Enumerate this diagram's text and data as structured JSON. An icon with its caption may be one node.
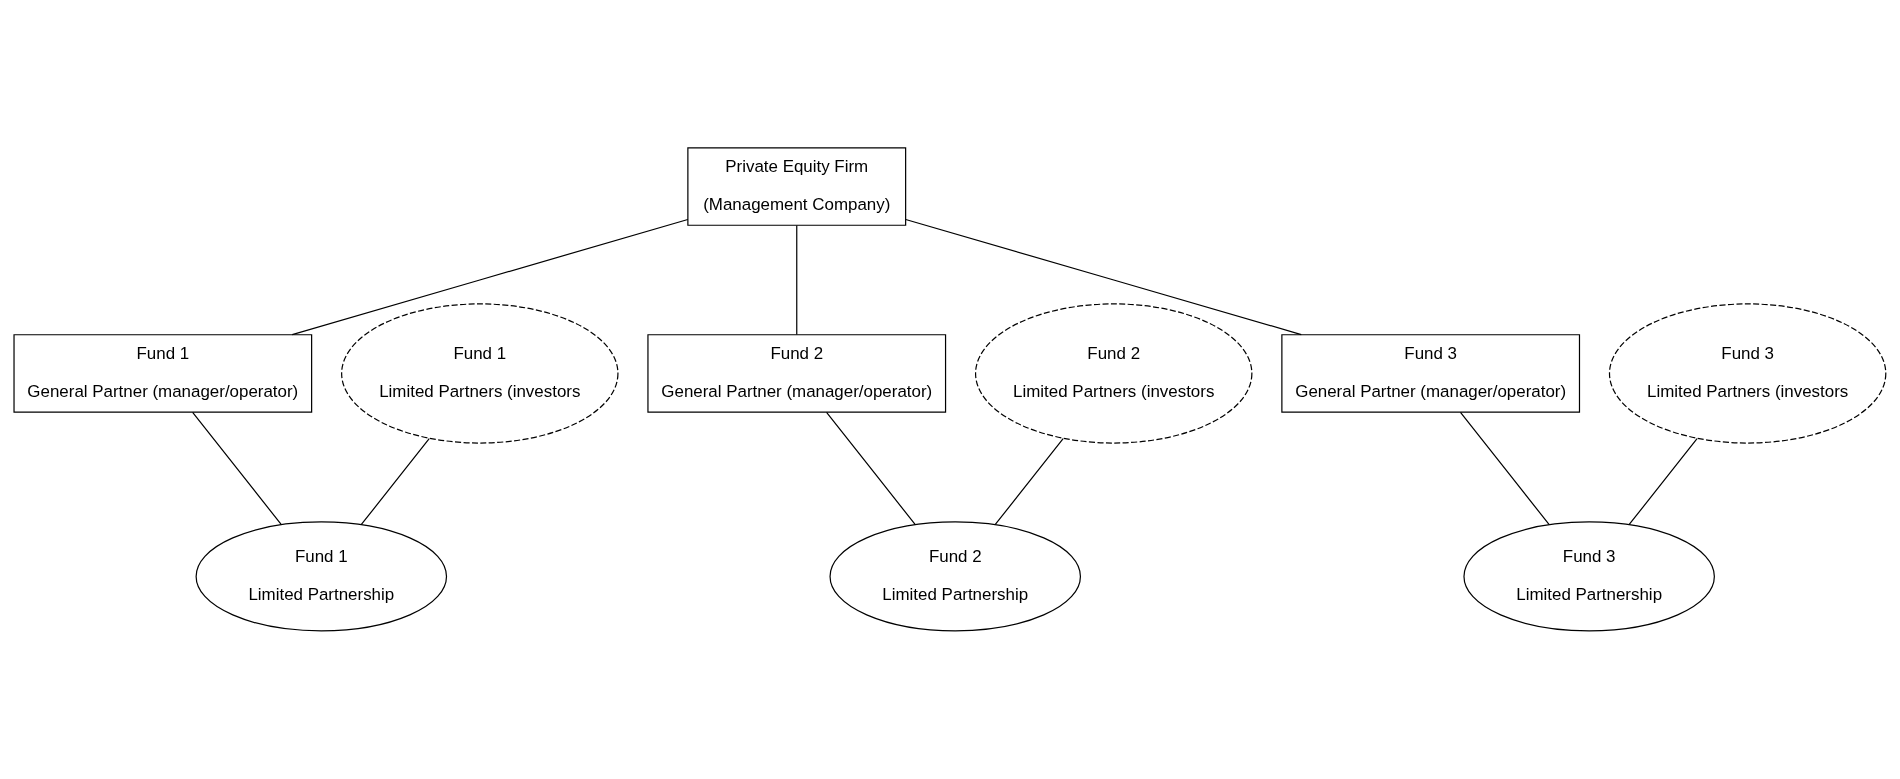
{
  "diagram": {
    "nodes": [
      {
        "text": [
          "Private Equity Firm",
          "(Management Company)"
        ]
      },
      {
        "text": [
          "Fund 1",
          "Limited Partners (investors"
        ]
      },
      {
        "text": [
          "Fund 1",
          "General Partner (manager/operator)"
        ]
      },
      {
        "text": [
          "Fund 2",
          "Limited Partners (investors"
        ]
      },
      {
        "text": [
          "Fund 2",
          "General Partner (manager/operator)"
        ]
      },
      {
        "text": [
          "Fund 3",
          "Limited Partners (investors"
        ]
      },
      {
        "text": [
          "Fund 3",
          "General Partner (manager/operator)"
        ]
      },
      {
        "text": [
          "Fund 1",
          "Limited Partnership"
        ]
      },
      {
        "text": [
          "Fund 2",
          "Limited Partnership"
        ]
      },
      {
        "text": [
          "Fund 3",
          "Limited Partnership"
        ]
      }
    ],
    "edges": [
      {
        "from": 0,
        "to": 2,
        "arrow": "none"
      },
      {
        "from": 0,
        "to": 4,
        "arrow": "none"
      },
      {
        "from": 0,
        "to": 6,
        "arrow": "none"
      },
      {
        "from": 1,
        "to": 7,
        "arrow": "none"
      },
      {
        "from": 2,
        "to": 7,
        "arrow": "none"
      },
      {
        "from": 3,
        "to": 8,
        "arrow": "none"
      },
      {
        "from": 4,
        "to": 8,
        "arrow": "none"
      },
      {
        "from": 5,
        "to": 9,
        "arrow": "none"
      },
      {
        "from": 6,
        "to": 9,
        "arrow": "none"
      }
    ]
  }
}
